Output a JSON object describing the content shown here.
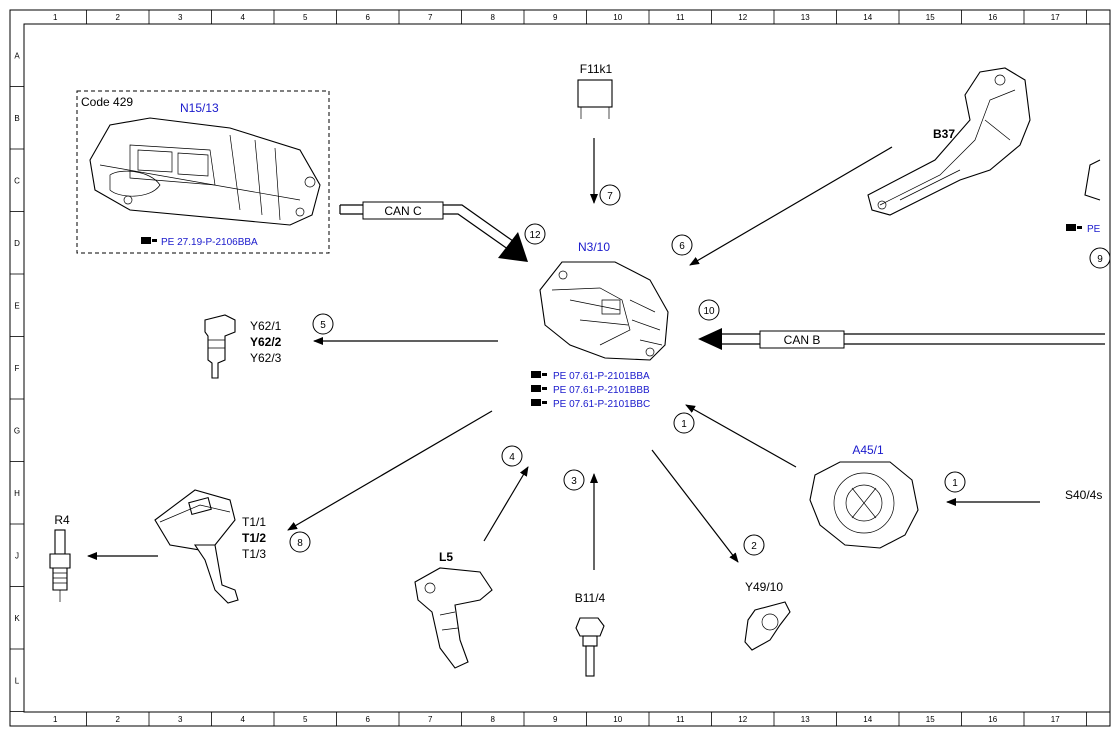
{
  "ruler": {
    "columns": [
      "1",
      "2",
      "3",
      "4",
      "5",
      "6",
      "7",
      "8",
      "9",
      "10",
      "11",
      "12",
      "13",
      "14",
      "15",
      "16",
      "17"
    ],
    "rows": [
      "A",
      "B",
      "C",
      "D",
      "E",
      "F",
      "G",
      "H",
      "J",
      "K",
      "L"
    ]
  },
  "components": {
    "n15_13": {
      "code": "Code 429",
      "name": "N15/13",
      "ref": "PE 27.19-P-2106BBA"
    },
    "f11k1": {
      "name": "F11k1"
    },
    "b37": {
      "name": "B37",
      "ref": "PE"
    },
    "n3_10": {
      "name": "N3/10",
      "refs": [
        "PE 07.61-P-2101BBA",
        "PE 07.61-P-2101BBB",
        "PE 07.61-P-2101BBC"
      ]
    },
    "y62": {
      "lines": [
        "Y62/1",
        "Y62/2",
        "Y62/3"
      ]
    },
    "a45_1": {
      "name": "A45/1"
    },
    "s40": {
      "name": "S40/4s"
    },
    "r4": {
      "name": "R4"
    },
    "t1": {
      "lines": [
        "T1/1",
        "T1/2",
        "T1/3"
      ]
    },
    "l5": {
      "name": "L5"
    },
    "b11_4": {
      "name": "B11/4"
    },
    "y49_10": {
      "name": "Y49/10"
    }
  },
  "buses": {
    "can_c": "CAN C",
    "can_b": "CAN B"
  },
  "callouts": {
    "c1a": "1",
    "c1b": "1",
    "c2": "2",
    "c3": "3",
    "c4": "4",
    "c5": "5",
    "c6": "6",
    "c7": "7",
    "c8": "8",
    "c9": "9",
    "c10": "10",
    "c12": "12"
  },
  "colors": {
    "link": "#1a1acc",
    "line": "#000000"
  }
}
